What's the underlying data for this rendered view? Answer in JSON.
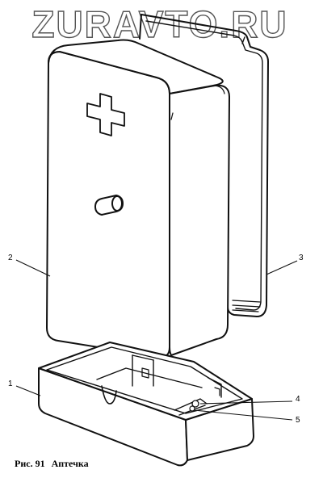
{
  "watermark": {
    "text": "ZURAVTO.RU"
  },
  "caption": {
    "number": "Рис. 91",
    "title": "Аптечка"
  },
  "callouts": [
    "1",
    "2",
    "3",
    "4",
    "5"
  ],
  "colors": {
    "ink": "#111111",
    "paper": "#ffffff",
    "watermark_stroke": "#555555"
  }
}
